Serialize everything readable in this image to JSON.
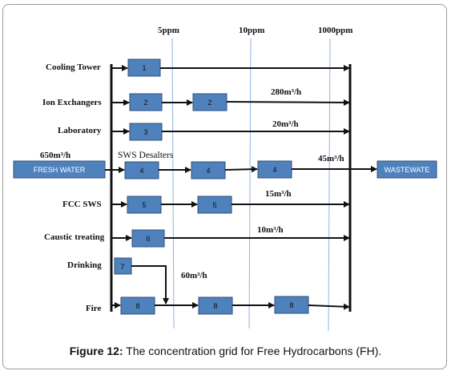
{
  "conc_labels": [
    "5ppm",
    "10ppm",
    "1000ppm"
  ],
  "rows": [
    {
      "label": "Cooling Tower",
      "boxes": [
        "1"
      ],
      "flow": ""
    },
    {
      "label": "Ion Exchangers",
      "boxes": [
        "2",
        "2"
      ],
      "flow": "280m³/h"
    },
    {
      "label": "Laboratory",
      "boxes": [
        "3"
      ],
      "flow": "20m³/h"
    },
    {
      "label": "SWS Desalters",
      "boxes": [
        "4",
        "4",
        "4"
      ],
      "flow": "45m³/h"
    },
    {
      "label": "FCC SWS",
      "boxes": [
        "5",
        "5"
      ],
      "flow": "15m³/h"
    },
    {
      "label": "Caustic treating",
      "boxes": [
        "6"
      ],
      "flow": "10m³/h"
    },
    {
      "label": "Drinking",
      "boxes": [
        "7"
      ],
      "flow": ""
    },
    {
      "label": "Fire",
      "boxes": [
        "8",
        "8",
        "8"
      ],
      "flow": "60m³/h"
    }
  ],
  "fresh_water": {
    "label": "FRESH WATER",
    "flow": "650m³/h"
  },
  "wastewater": {
    "label": "WASTEWATE"
  },
  "colors": {
    "box_fill": "#4f81bd",
    "box_stroke": "#2f4f7a",
    "conc_line": "#8eb4e3",
    "arrow": "#111111"
  },
  "caption": {
    "prefix": "Figure 12:",
    "text": " The concentration grid for Free Hydrocarbons (FH)."
  }
}
